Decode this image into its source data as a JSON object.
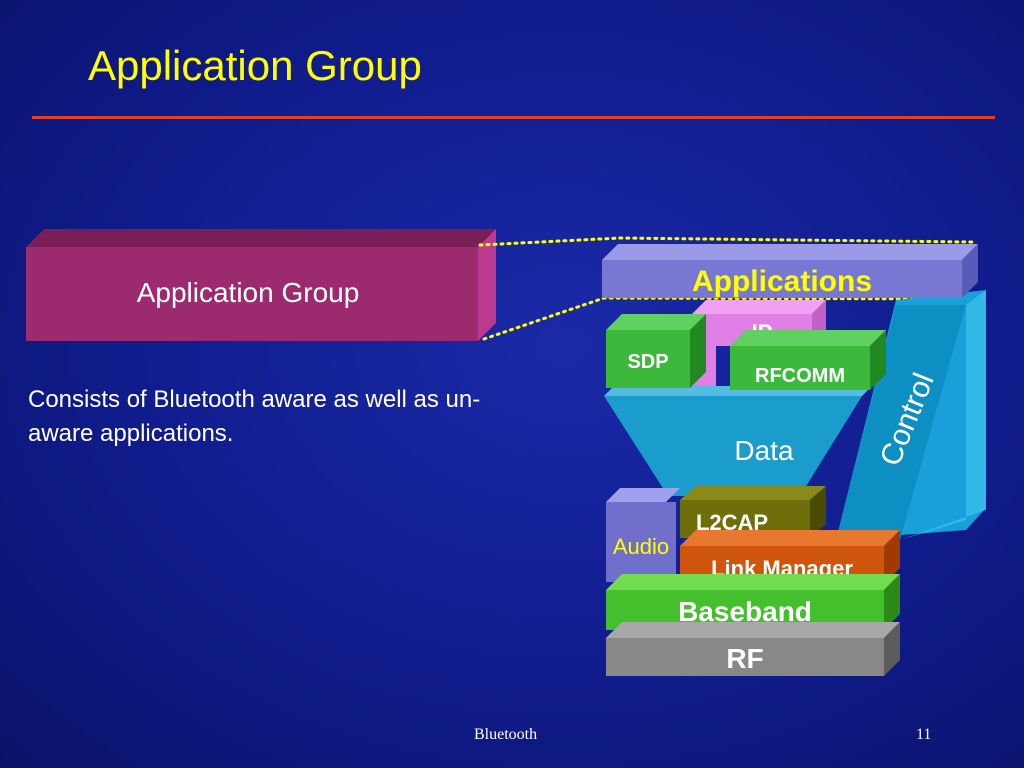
{
  "slide": {
    "title": "Application Group",
    "description": "Consists of Bluetooth aware as well as un-aware applications.",
    "footer_center": "Bluetooth",
    "page_number": "11"
  },
  "callout": {
    "label": "Application Group",
    "color": "#9b2a6e"
  },
  "stack": {
    "applications": "Applications",
    "ip": "IP",
    "sdp": "SDP",
    "rfcomm": "RFCOMM",
    "data": "Data",
    "control": "Control",
    "audio": "Audio",
    "l2cap": "L2CAP",
    "link_manager": "Link Manager",
    "baseband": "Baseband",
    "rf": "RF"
  },
  "colors": {
    "title": "#ffff00",
    "accent_rule": "#e0402a",
    "highlight_dots": "#ffff00"
  }
}
